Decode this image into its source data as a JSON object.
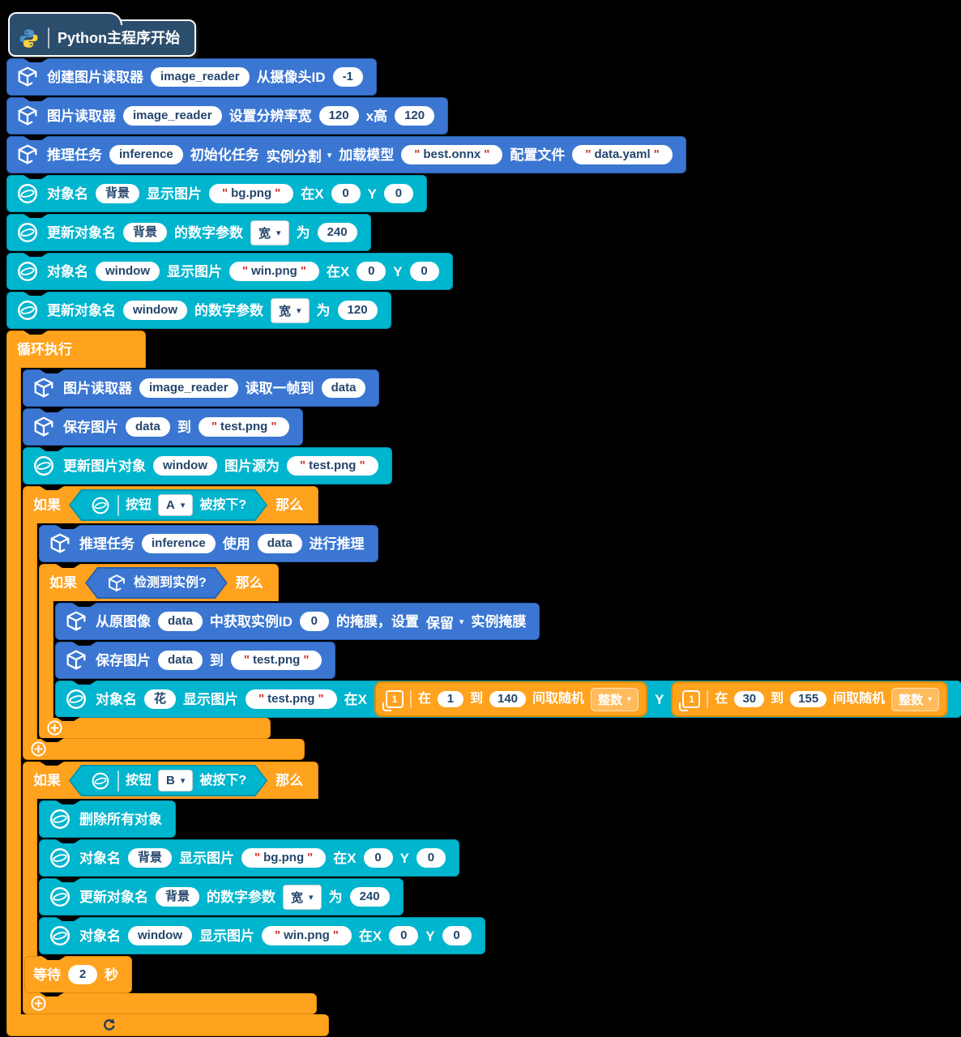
{
  "ui": {
    "quote": "\"",
    "caret": "▾",
    "num_icon_label": "1"
  },
  "hat": {
    "title": "Python主程序开始"
  },
  "colors": {
    "block_blue": "#3B77D2",
    "block_cyan": "#00B5CE",
    "block_orange": "#FFA21E",
    "hat_navy": "#2C4E6D",
    "quote_red": "#D0342C",
    "pill_text_navy": "#25466B"
  },
  "top": {
    "r1": {
      "a": "创建图片读取器",
      "p1": "image_reader",
      "b": "从摄像头ID",
      "p2": "-1"
    },
    "r2": {
      "a": "图片读取器",
      "p1": "image_reader",
      "b": "设置分辨率宽",
      "p2": "120",
      "c": "x高",
      "p3": "120"
    },
    "r3": {
      "a": "推理任务",
      "p1": "inference",
      "b": "初始化任务",
      "dd": "实例分割",
      "c": "加载模型",
      "s1": "best.onnx",
      "d": "配置文件",
      "s2": "data.yaml"
    },
    "r4": {
      "a": "对象名",
      "p1": "背景",
      "b": "显示图片",
      "s1": "bg.png",
      "c": "在X",
      "p2": "0",
      "d": "Y",
      "p3": "0"
    },
    "r5": {
      "a": "更新对象名",
      "p1": "背景",
      "b": "的数字参数",
      "dd": "宽",
      "c": "为",
      "p2": "240"
    },
    "r6": {
      "a": "对象名",
      "p1": "window",
      "b": "显示图片",
      "s1": "win.png",
      "c": "在X",
      "p2": "0",
      "d": "Y",
      "p3": "0"
    },
    "r7": {
      "a": "更新对象名",
      "p1": "window",
      "b": "的数字参数",
      "dd": "宽",
      "c": "为",
      "p2": "120"
    }
  },
  "loop": {
    "label": "循环执行",
    "r8": {
      "a": "图片读取器",
      "p1": "image_reader",
      "b": "读取一帧到",
      "p2": "data"
    },
    "r9": {
      "a": "保存图片",
      "p1": "data",
      "b": "到",
      "s1": "test.png"
    },
    "r10": {
      "a": "更新图片对象",
      "p1": "window",
      "b": "图片源为",
      "s1": "test.png"
    },
    "if_a": {
      "kw_if": "如果",
      "kw_then": "那么",
      "cond": {
        "a": "按钮",
        "dd": "A",
        "b": "被按下?"
      },
      "r11": {
        "a": "推理任务",
        "p1": "inference",
        "b": "使用",
        "p2": "data",
        "c": "进行推理"
      },
      "if_detect": {
        "kw_if": "如果",
        "kw_then": "那么",
        "cond": {
          "a": "检测到实例?"
        },
        "r12": {
          "a": "从原图像",
          "p1": "data",
          "b": "中获取实例ID",
          "p2": "0",
          "c": "的掩膜，设置",
          "dd": "保留",
          "d": "实例掩膜"
        },
        "r13": {
          "a": "保存图片",
          "p1": "data",
          "b": "到",
          "s1": "test.png"
        },
        "r14": {
          "a": "对象名",
          "p1": "花",
          "b": "显示图片",
          "s1": "test.png",
          "c": "在X",
          "d": "Y",
          "rand_x": {
            "a": "在",
            "p1": "1",
            "b": "到",
            "p2": "140",
            "c": "间取随机",
            "dd": "整数"
          },
          "rand_y": {
            "a": "在",
            "p1": "30",
            "b": "到",
            "p2": "155",
            "c": "间取随机",
            "dd": "整数"
          }
        }
      }
    },
    "if_b": {
      "kw_if": "如果",
      "kw_then": "那么",
      "cond": {
        "a": "按钮",
        "dd": "B",
        "b": "被按下?"
      },
      "r15": {
        "a": "删除所有对象"
      },
      "r16": {
        "a": "对象名",
        "p1": "背景",
        "b": "显示图片",
        "s1": "bg.png",
        "c": "在X",
        "p2": "0",
        "d": "Y",
        "p3": "0"
      },
      "r17": {
        "a": "更新对象名",
        "p1": "背景",
        "b": "的数字参数",
        "dd": "宽",
        "c": "为",
        "p2": "240"
      },
      "r18": {
        "a": "对象名",
        "p1": "window",
        "b": "显示图片",
        "s1": "win.png",
        "c": "在X",
        "p2": "0",
        "d": "Y",
        "p3": "0"
      },
      "r19": {
        "a": "等待",
        "p1": "2",
        "b": "秒"
      }
    }
  }
}
